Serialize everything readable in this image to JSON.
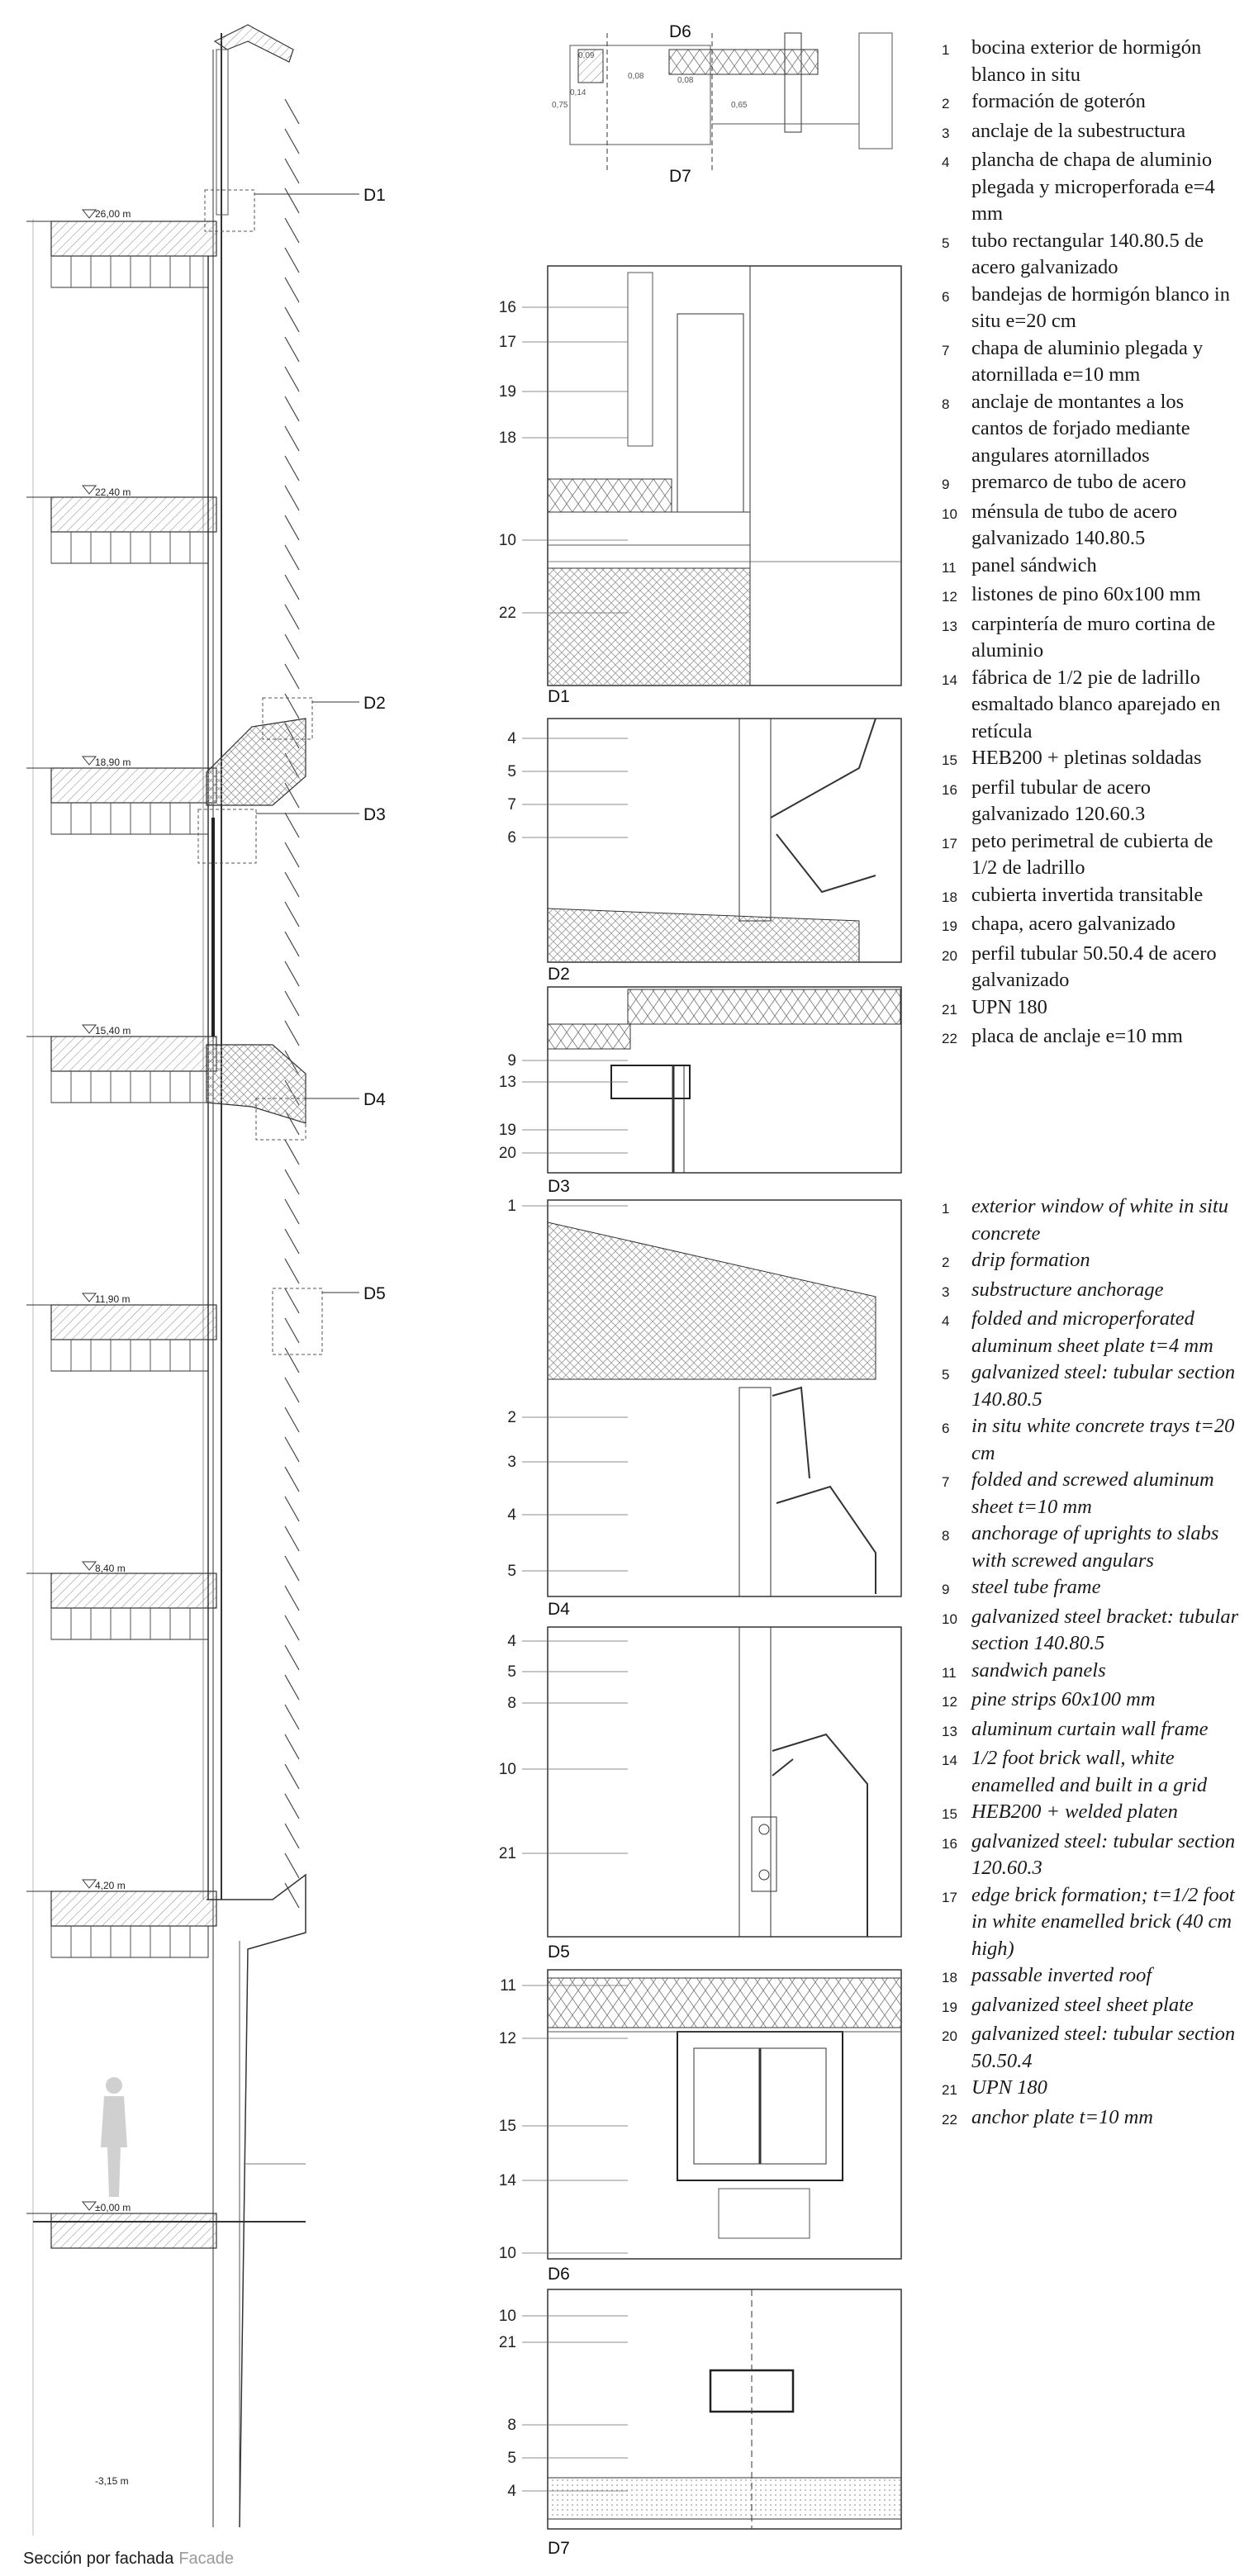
{
  "section": {
    "levels": [
      "26,00 m",
      "22,40 m",
      "18,90 m",
      "15,40 m",
      "11,90 m",
      "8,40 m",
      "4,20 m",
      "±0,00 m",
      "-3,15 m"
    ],
    "callouts": [
      "D1",
      "D2",
      "D3",
      "D4",
      "D5"
    ]
  },
  "details": {
    "d6_label": "D6",
    "d7_label": "D7",
    "d6_dims": [
      "0,09",
      "0,08",
      "0,75",
      "0,14",
      "0,08",
      "0,65"
    ],
    "panels": [
      {
        "tag": "D1",
        "labels": [
          "16",
          "17",
          "19",
          "18",
          "10",
          "22"
        ]
      },
      {
        "tag": "D2",
        "labels": [
          "4",
          "5",
          "7",
          "6"
        ]
      },
      {
        "tag": "D3",
        "labels": [
          "9",
          "13",
          "19",
          "20"
        ]
      },
      {
        "tag": "D4",
        "labels": [
          "1",
          "2",
          "3",
          "4",
          "5"
        ]
      },
      {
        "tag": "D5",
        "labels": [
          "4",
          "5",
          "8",
          "10",
          "21"
        ]
      },
      {
        "tag": "D6",
        "labels": [
          "11",
          "12",
          "15",
          "14",
          "10"
        ]
      },
      {
        "tag": "D7",
        "labels": [
          "10",
          "21",
          "8",
          "5",
          "4"
        ]
      }
    ]
  },
  "legend_es": [
    {
      "n": "1",
      "t": "bocina exterior de hormigón blanco in situ"
    },
    {
      "n": "2",
      "t": "formación de goterón"
    },
    {
      "n": "3",
      "t": "anclaje de la subestructura"
    },
    {
      "n": "4",
      "t": "plancha de chapa de aluminio plegada y microperforada e=4 mm"
    },
    {
      "n": "5",
      "t": "tubo rectangular 140.80.5 de acero galvanizado"
    },
    {
      "n": "6",
      "t": "bandejas de hormigón blanco in situ e=20 cm"
    },
    {
      "n": "7",
      "t": "chapa de aluminio plegada y atornillada e=10 mm"
    },
    {
      "n": "8",
      "t": "anclaje de montantes a los cantos de forjado mediante angulares atornillados"
    },
    {
      "n": "9",
      "t": "premarco de tubo de acero"
    },
    {
      "n": "10",
      "t": "ménsula de tubo de acero galvanizado 140.80.5"
    },
    {
      "n": "11",
      "t": "panel sándwich"
    },
    {
      "n": "12",
      "t": "listones de pino 60x100 mm"
    },
    {
      "n": "13",
      "t": "carpintería de muro cortina de aluminio"
    },
    {
      "n": "14",
      "t": "fábrica de 1/2 pie de ladrillo esmaltado blanco aparejado en retícula"
    },
    {
      "n": "15",
      "t": "HEB200 + pletinas soldadas"
    },
    {
      "n": "16",
      "t": "perfil tubular de acero galvanizado 120.60.3"
    },
    {
      "n": "17",
      "t": "peto perimetral de cubierta de 1/2 de ladrillo"
    },
    {
      "n": "18",
      "t": "cubierta invertida transitable"
    },
    {
      "n": "19",
      "t": "chapa, acero galvanizado"
    },
    {
      "n": "20",
      "t": "perfil tubular 50.50.4 de acero galvanizado"
    },
    {
      "n": "21",
      "t": "UPN 180"
    },
    {
      "n": "22",
      "t": "placa de anclaje e=10 mm"
    }
  ],
  "legend_en": [
    {
      "n": "1",
      "t": "exterior window of white in situ concrete"
    },
    {
      "n": "2",
      "t": "drip formation"
    },
    {
      "n": "3",
      "t": "substructure anchorage"
    },
    {
      "n": "4",
      "t": "folded and microperforated aluminum sheet plate t=4 mm"
    },
    {
      "n": "5",
      "t": "galvanized steel: tubular section 140.80.5"
    },
    {
      "n": "6",
      "t": "in situ white concrete trays t=20 cm"
    },
    {
      "n": "7",
      "t": "folded and screwed aluminum sheet t=10 mm"
    },
    {
      "n": "8",
      "t": "anchorage of uprights to slabs with screwed angulars"
    },
    {
      "n": "9",
      "t": "steel tube frame"
    },
    {
      "n": "10",
      "t": "galvanized steel bracket: tubular section 140.80.5"
    },
    {
      "n": "11",
      "t": "sandwich panels"
    },
    {
      "n": "12",
      "t": "pine strips 60x100 mm"
    },
    {
      "n": "13",
      "t": "aluminum curtain wall frame"
    },
    {
      "n": "14",
      "t": "1/2 foot brick wall, white enamelled and built in a grid"
    },
    {
      "n": "15",
      "t": "HEB200 + welded platen"
    },
    {
      "n": "16",
      "t": "galvanized steel: tubular section 120.60.3"
    },
    {
      "n": "17",
      "t": "edge brick formation; t=1/2 foot in white enamelled brick (40 cm high)"
    },
    {
      "n": "18",
      "t": "passable inverted roof"
    },
    {
      "n": "19",
      "t": "galvanized steel sheet plate"
    },
    {
      "n": "20",
      "t": "galvanized steel: tubular section 50.50.4"
    },
    {
      "n": "21",
      "t": "UPN 180"
    },
    {
      "n": "22",
      "t": "anchor plate t=10 mm"
    }
  ],
  "caption": {
    "title": "Sección por fachada",
    "subtitle": "Facade"
  }
}
